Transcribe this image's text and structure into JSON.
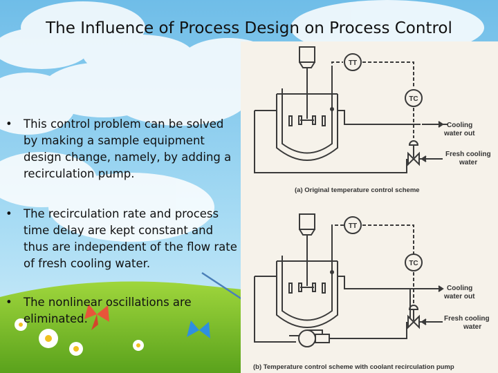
{
  "slide": {
    "title": "The Influence of Process Design on Process Control",
    "bullets": [
      "This control problem can be solved by making a sample equipment design change, namely, by adding a recirculation pump.",
      "The recirculation rate and process time delay are kept constant and thus are independent of the flow rate of fresh cooling water.",
      "The nonlinear oscillations are eliminated."
    ],
    "bullet_glyph": "•"
  },
  "diagram": {
    "top": {
      "tt_label": "TT",
      "tc_label": "TC",
      "cooling_out": [
        "Cooling",
        "water out"
      ],
      "fresh_cooling": [
        "Fresh cooling",
        "water"
      ],
      "caption": "(a) Original temperature control scheme"
    },
    "bottom": {
      "tt_label": "TT",
      "tc_label": "TC",
      "cooling_out": [
        "Cooling",
        "water out"
      ],
      "fresh_cooling": [
        "Fresh cooling",
        "water"
      ],
      "caption": "(b) Temperature control scheme with coolant recirculation pump"
    }
  },
  "colors": {
    "sky": "#7fc4ea",
    "grass": "#7cbf2a",
    "arrow": "#4a7fb8",
    "diagram_line": "#3a3a3a",
    "diagram_bg": "#f6f2ea"
  }
}
